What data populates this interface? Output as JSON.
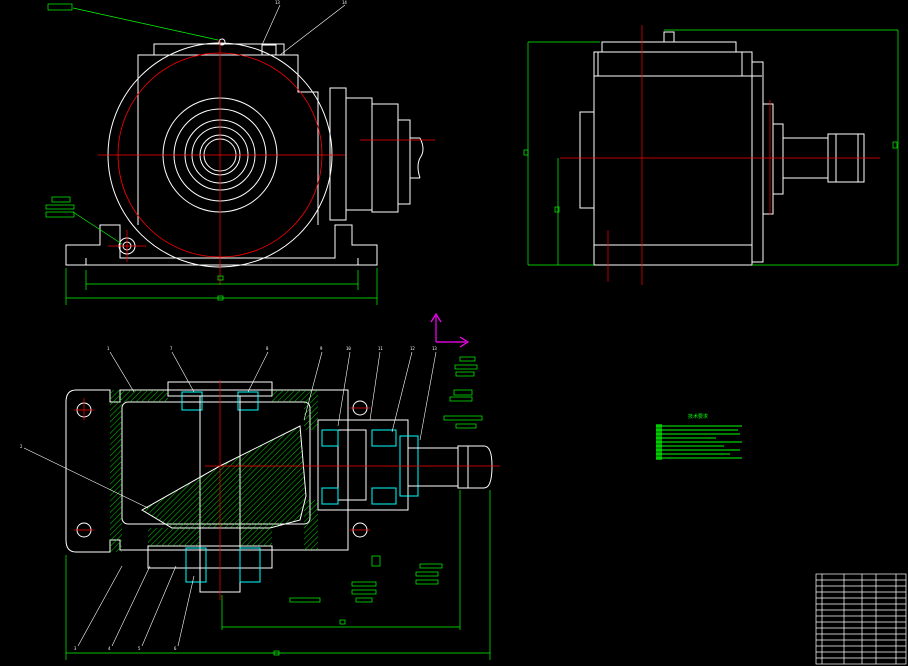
{
  "colors": {
    "background": "#000000",
    "outline": "#ffffff",
    "centerline": "#ff0000",
    "dimension": "#00ff00",
    "bearing": "#00ffff",
    "hatch": "#00ff00",
    "ucs": "#ff00ff"
  },
  "views": {
    "front": {
      "top_labels": [
        "13",
        "14"
      ]
    },
    "section": {
      "part_numbers": [
        "1",
        "7",
        "8",
        "9",
        "10",
        "11",
        "12",
        "13",
        "2",
        "3",
        "4",
        "5",
        "6"
      ]
    },
    "ucs_icon": "ucs-axis-icon"
  },
  "notes": {
    "technical_requirements_title": "技术要求"
  },
  "title_block": {
    "icon": "title-block-table"
  }
}
